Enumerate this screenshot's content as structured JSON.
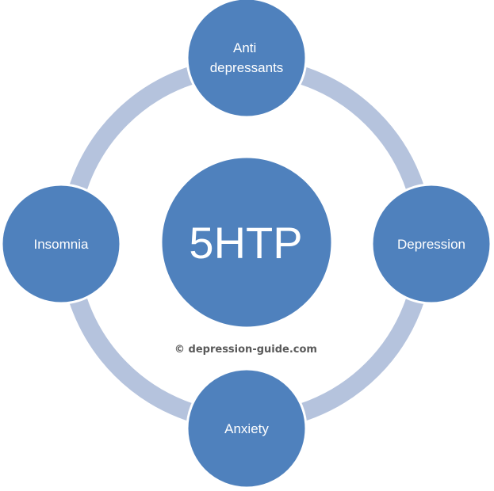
{
  "colors": {
    "circle_fill": "#4f81bd",
    "ring": "#b5c3dd",
    "circle_stroke": "#ffffff",
    "text": "#ffffff",
    "watermark": "#595959"
  },
  "diagram": {
    "center": {
      "label": "5HTP"
    },
    "nodes": {
      "top": {
        "line1": "Anti",
        "line2": "depressants"
      },
      "right": {
        "label": "Depression"
      },
      "bottom": {
        "label": "Anxiety"
      },
      "left": {
        "label": "Insomnia"
      }
    }
  },
  "watermark": "© depression-guide.com"
}
